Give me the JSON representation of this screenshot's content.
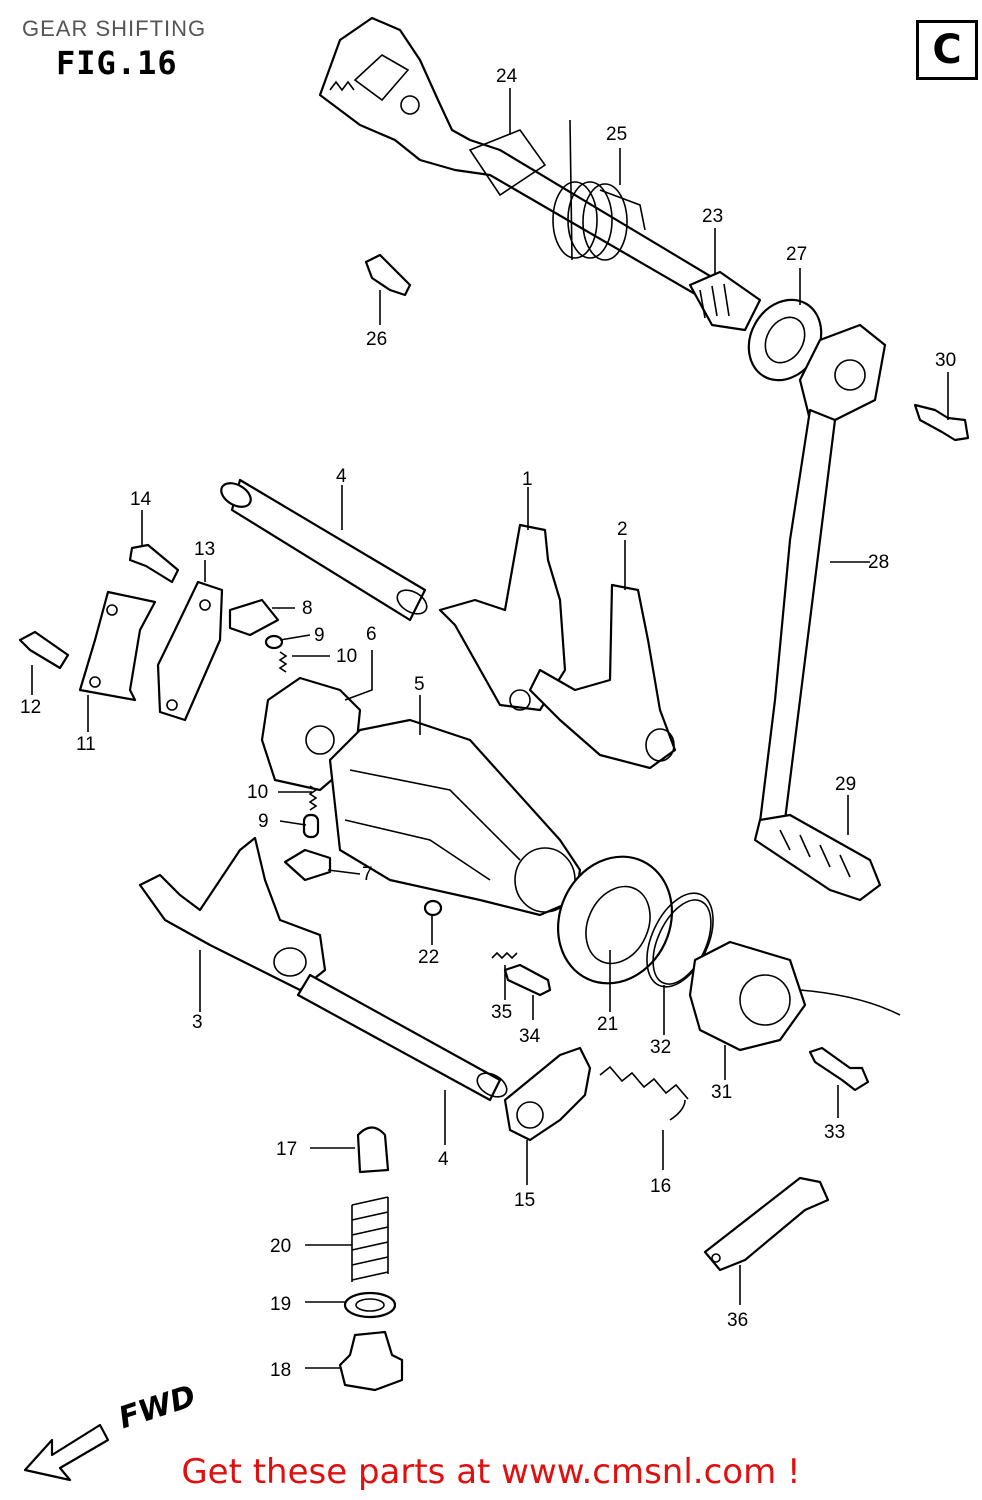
{
  "header": {
    "title": "GEAR SHIFTING",
    "figure": "FIG.16",
    "variant": "C"
  },
  "direction_label": "FWD",
  "promo_text": "Get these parts at www.cmsnl.com !",
  "callouts": {
    "p1": "1",
    "p2": "2",
    "p3": "3",
    "p4a": "4",
    "p4b": "4",
    "p5": "5",
    "p6": "6",
    "p7": "7",
    "p8": "8",
    "p9a": "9",
    "p9b": "9",
    "p10a": "10",
    "p10b": "10",
    "p11": "11",
    "p12": "12",
    "p13": "13",
    "p14": "14",
    "p15": "15",
    "p16": "16",
    "p17": "17",
    "p18": "18",
    "p19": "19",
    "p20": "20",
    "p21": "21",
    "p22": "22",
    "p23": "23",
    "p24": "24",
    "p25": "25",
    "p26": "26",
    "p27": "27",
    "p28": "28",
    "p29": "29",
    "p30": "30",
    "p31": "31",
    "p32": "32",
    "p33": "33",
    "p34": "34",
    "p35": "35",
    "p36": "36"
  }
}
